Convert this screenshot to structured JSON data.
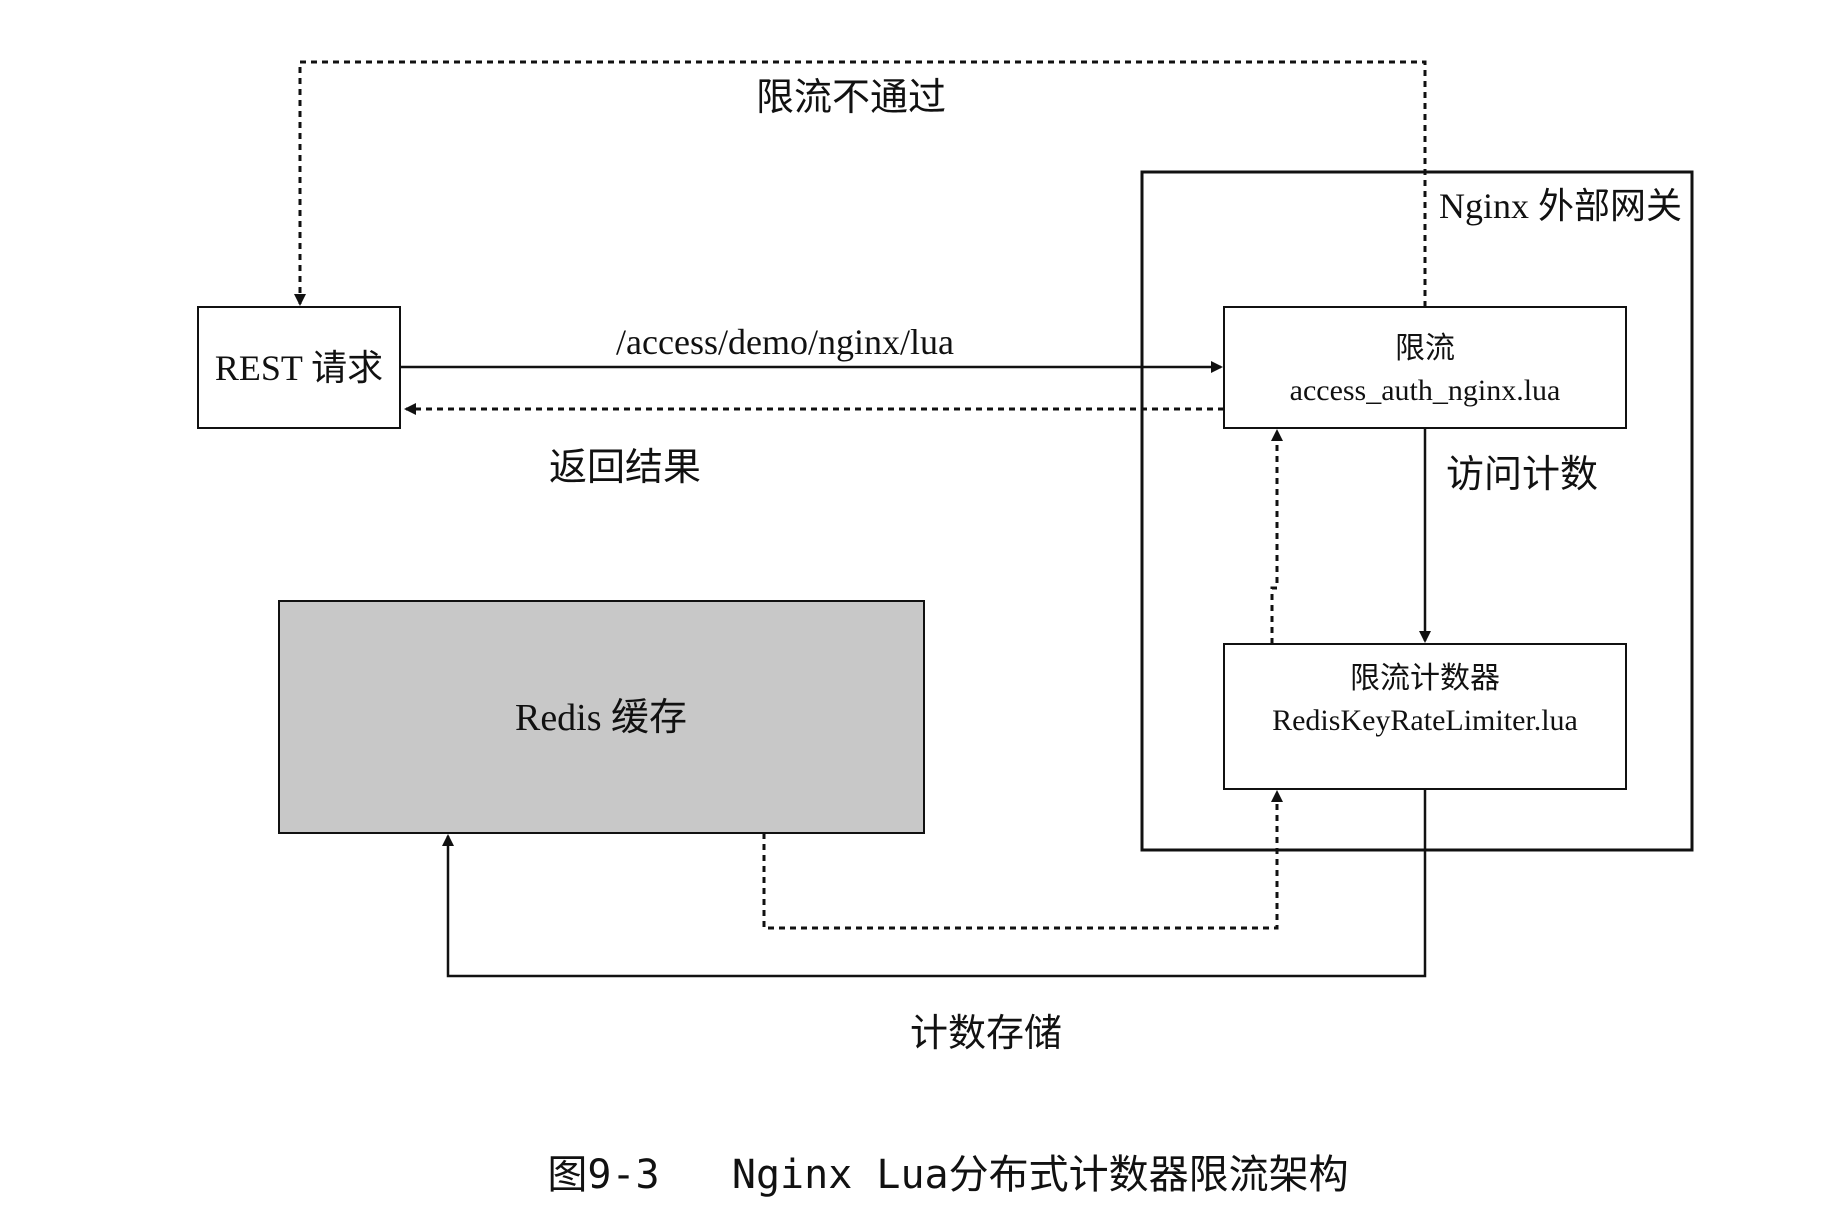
{
  "labels": {
    "rejected": "限流不通过",
    "gateway": "Nginx 外部网关",
    "rest_request": "REST 请求",
    "request_path": "/access/demo/nginx/lua",
    "return_result": "返回结果",
    "limiter_title": "限流",
    "limiter_file": "access_auth_nginx.lua",
    "visit_count": "访问计数",
    "counter_title": "限流计数器",
    "counter_file": "RedisKeyRateLimiter.lua",
    "redis": "Redis 缓存",
    "count_storage": "计数存储"
  },
  "caption": "图9-3   Nginx Lua分布式计数器限流架构",
  "colors": {
    "line": "#111111",
    "redis_fill": "#c8c8c8",
    "background": "#ffffff"
  }
}
